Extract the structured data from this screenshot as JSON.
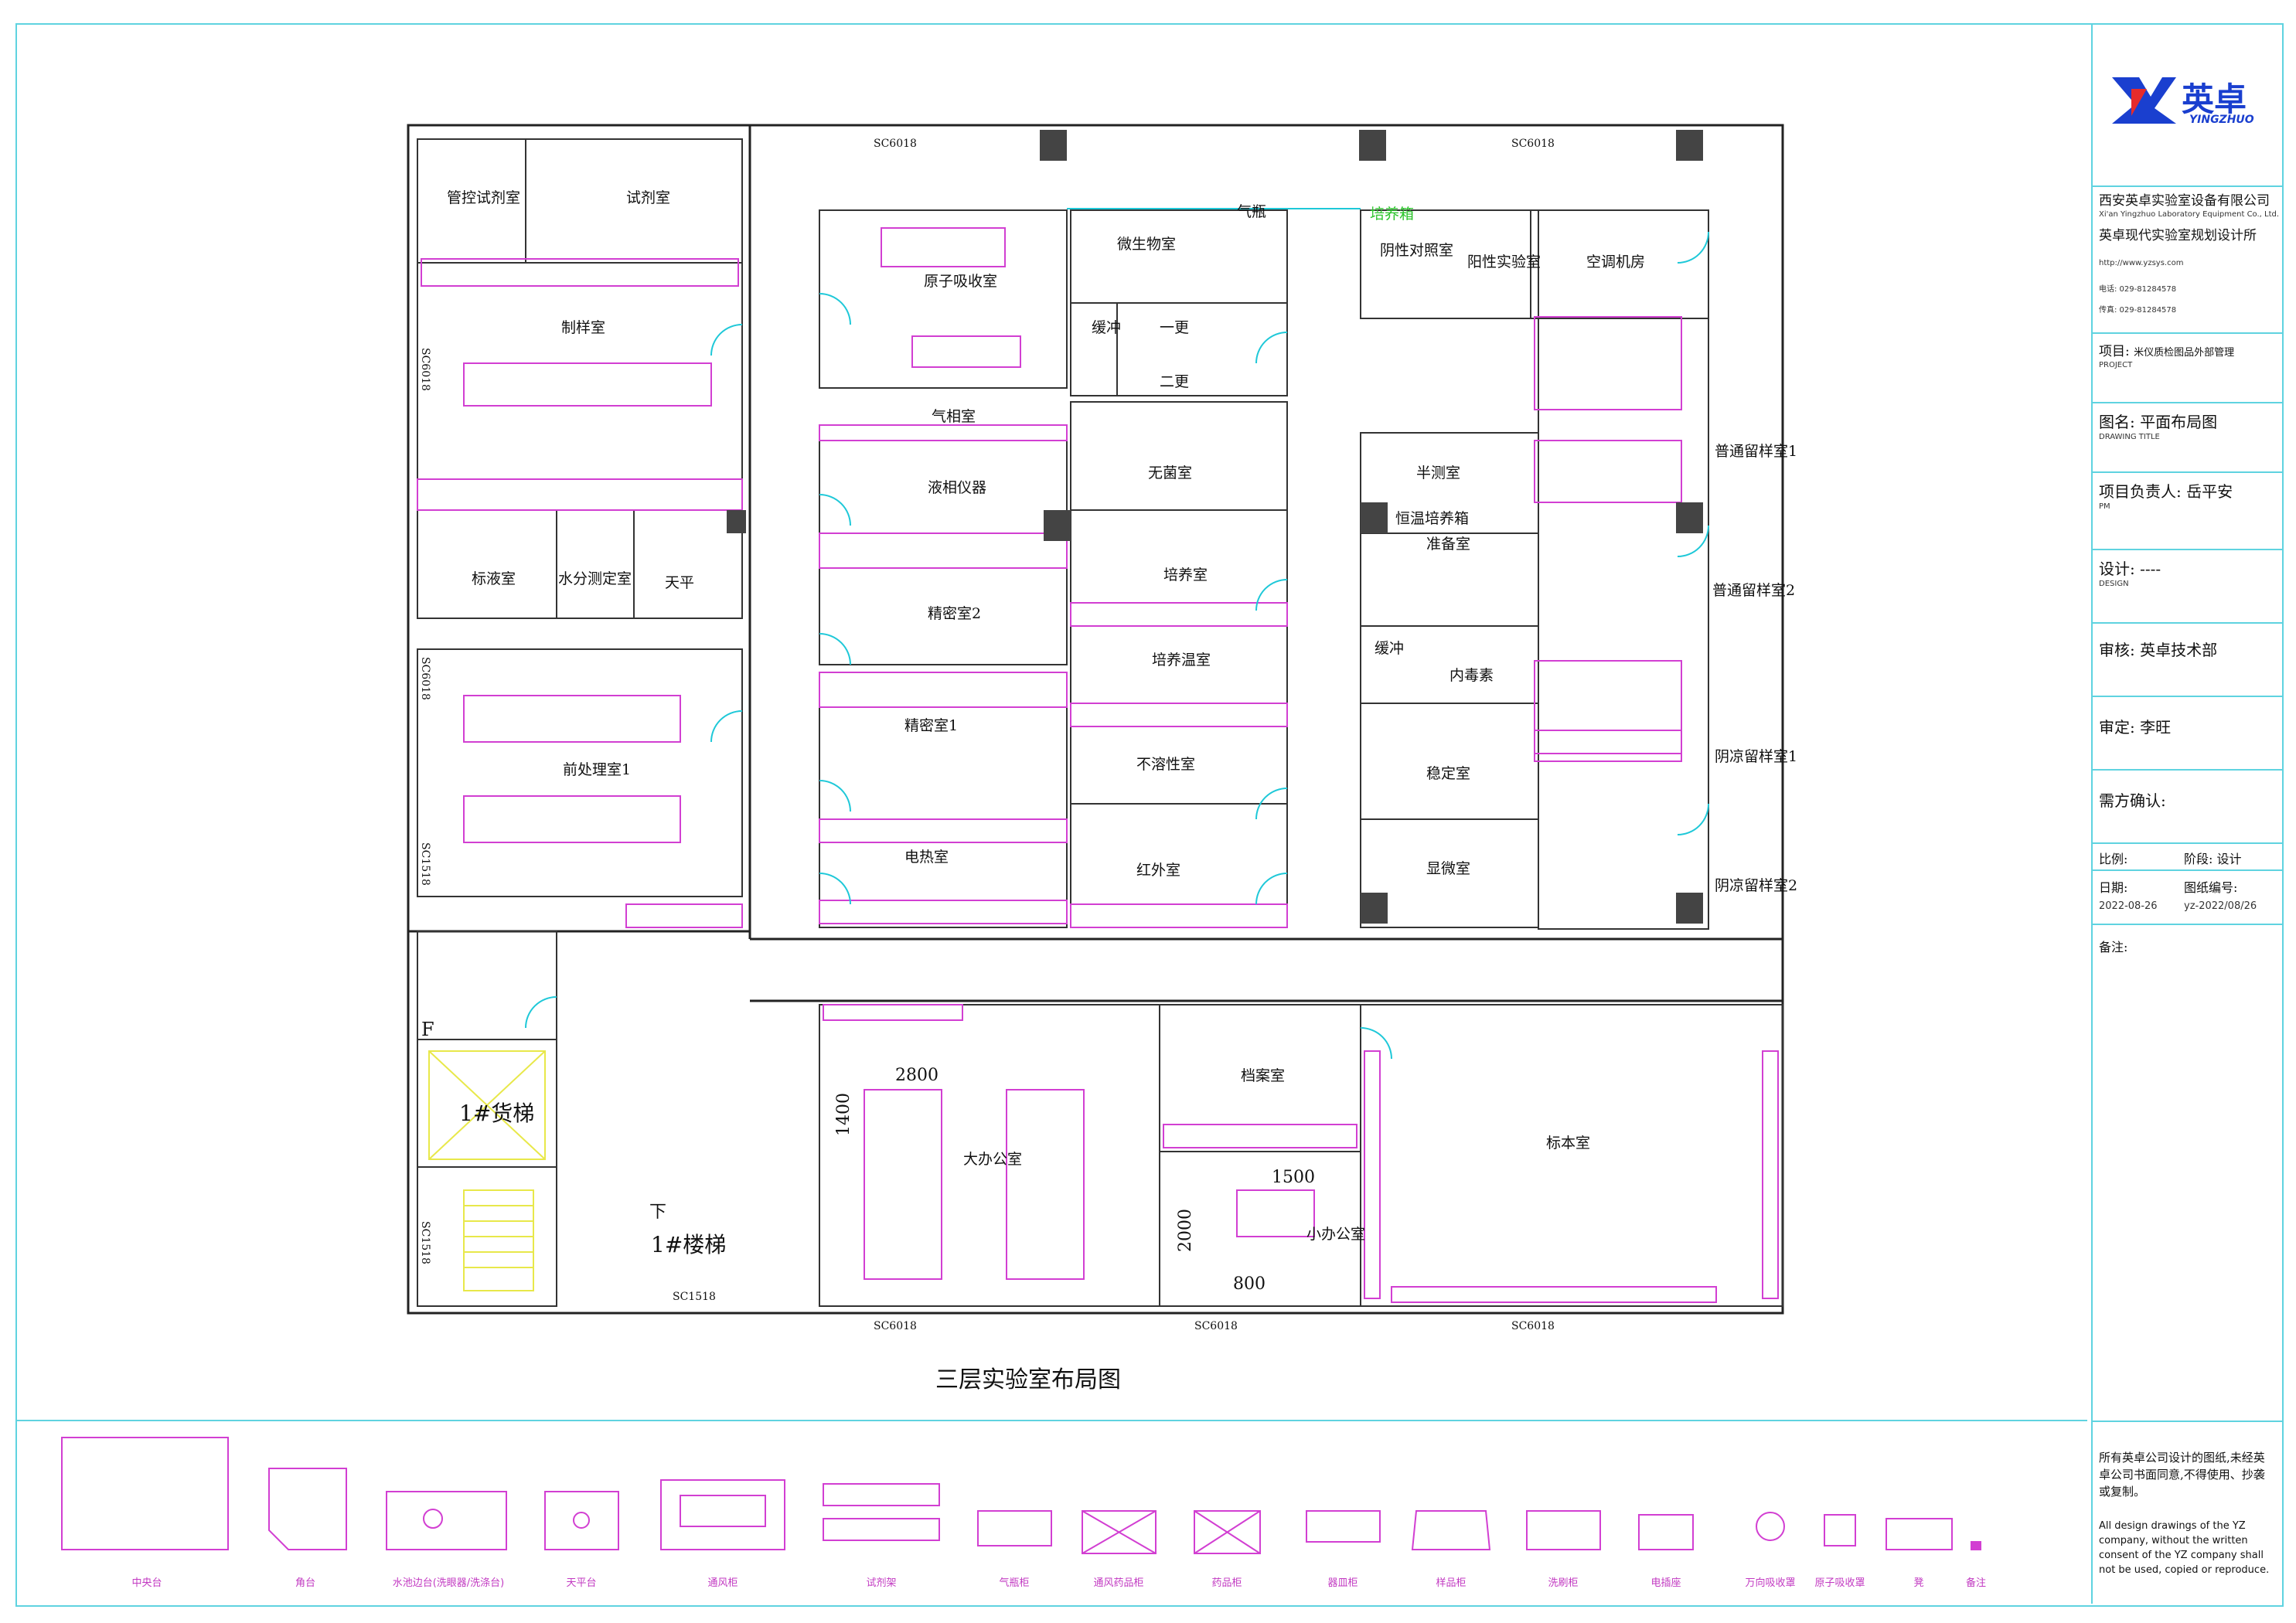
{
  "drawing_title": "三层实验室布局图",
  "rooms": {
    "r1": "管控试剂室",
    "r2": "试剂室",
    "r3": "制样室",
    "r4": "标液室",
    "r5": "水分测定室",
    "r6": "天平",
    "r7": "前处理室1",
    "r8": "原子吸收室",
    "r9": "气相室",
    "r10": "液相仪器",
    "r11": "精密室2",
    "r12": "精密室1",
    "r13": "电热室",
    "r14": "微生物室",
    "r15": "气瓶",
    "r16": "缓冲",
    "r17": "一更",
    "r18": "二更",
    "r19": "无菌室",
    "r20": "培养室",
    "r21": "培养温室",
    "r22": "不溶性室",
    "r23": "红外室",
    "r24": "阴性对照室",
    "r25": "阳性实验室",
    "r26": "空调机房",
    "r27": "半测室",
    "r28": "恒温培养箱",
    "r29": "准备室",
    "r30": "内毒素",
    "r31": "稳定室",
    "r32": "显微室",
    "r33": "普通留样室1",
    "r34": "普通留样室2",
    "r35": "阴凉留样室1",
    "r36": "阴凉留样室2",
    "r37": "大办公室",
    "r38": "档案室",
    "r39": "小办公室",
    "r40": "标本室",
    "r41": "1#货梯",
    "r42": "1#楼梯",
    "r43": "下",
    "r44": "F",
    "r45": "培养箱",
    "r46": "缓冲"
  },
  "dimensions": {
    "d2800": "2800",
    "d1400": "1400",
    "d1500": "1500",
    "d2000": "2000",
    "d800": "800"
  },
  "windows": {
    "w1": "SC6018",
    "w2": "SC6018",
    "w3": "SC6018",
    "w4": "SC6018",
    "w5": "SC6018",
    "w6": "SC6018",
    "w7": "SC1518",
    "w8": "SC1518",
    "w9": "SC1518",
    "w10": "SC6018"
  },
  "company": {
    "logo_text": "英卓",
    "logo_sub": "YINGZHUO",
    "name_cn": "西安英卓实验室设备有限公司",
    "name_en": "Xi'an Yingzhuo Laboratory Equipment Co., Ltd.",
    "institute": "英卓现代实验室规划设计所",
    "contact_web": "http://www.yzsys.com",
    "contact_tel": "电话: 029-81284578",
    "contact_fax": "传真: 029-81284578"
  },
  "titleblock": {
    "project_label": "项目:",
    "project_value": "米仪质检图品外部管理",
    "project_en": "PROJECT",
    "drawing_label": "图名:",
    "drawing_value": "平面布局图",
    "drawing_en": "DRAWING TITLE",
    "pm_label": "项目负责人:",
    "pm_value": "岳平安",
    "pm_en": "PM",
    "design_label": "设计:",
    "design_value": "----",
    "design_en": "DESIGN",
    "review_label": "审核:",
    "review_value": "英卓技术部",
    "approve_label": "审定:",
    "approve_value": "李旺",
    "client_label": "需方确认:",
    "scale_label": "比例:",
    "phase_label": "阶段:",
    "phase_value": "设计",
    "date_label": "日期:",
    "date_value": "2022-08-26",
    "number_label": "图纸编号:",
    "number_value": "yz-2022/08/26",
    "notes_label": "备注:",
    "copyright_cn": "所有英卓公司设计的图纸,未经英卓公司书面同意,不得使用、抄袭或复制。",
    "copyright_en": "All design drawings of the YZ company, without the written consent of the YZ company shall not be used, copied or reproduce."
  },
  "legend": [
    {
      "label": "中央台"
    },
    {
      "label": "角台"
    },
    {
      "label": "水池边台(洗眼器/洗涤台)"
    },
    {
      "label": "天平台"
    },
    {
      "label": "通风柜"
    },
    {
      "label": "试剂架"
    },
    {
      "label": "气瓶柜"
    },
    {
      "label": "通风药品柜"
    },
    {
      "label": "药品柜"
    },
    {
      "label": "器皿柜"
    },
    {
      "label": "样品柜"
    },
    {
      "label": "洗刷柜"
    },
    {
      "label": "电插座"
    },
    {
      "label": "万向吸收罩"
    },
    {
      "label": "原子吸收罩"
    },
    {
      "label": "凳"
    },
    {
      "label": "备注"
    }
  ]
}
